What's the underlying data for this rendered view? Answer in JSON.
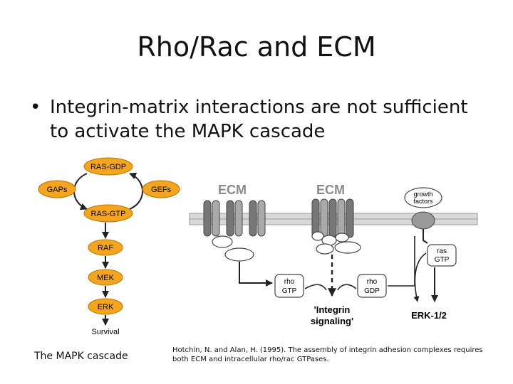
{
  "slide": {
    "title": "Rho/Rac and ECM",
    "bullet_marker": "•",
    "bullet_text": "Integrin-matrix interactions are not sufficient to activate the MAPK cascade"
  },
  "mapk_diagram": {
    "ras_gdp": "RAS-GDP",
    "gaps": "GAPs",
    "gefs": "GEFs",
    "ras_gtp": "RAS-GTP",
    "raf": "RAF",
    "mek": "MEK",
    "erk": "ERK",
    "survival": "Survival",
    "node_color": "#f3a51f",
    "caption": "The MAPK cascade"
  },
  "integrin_diagram": {
    "ecm_left": "ECM",
    "ecm_right": "ECM",
    "growth_factors_line1": "growth",
    "growth_factors_line2": "factors",
    "ras_gtp_line1": "ras",
    "ras_gtp_line2": "GTP",
    "rho_gtp_line1": "rho",
    "rho_gtp_line2": "GTP",
    "rho_gdp_line1": "rho",
    "rho_gdp_line2": "GDP",
    "integrin_signaling_line1": "'Integrin",
    "integrin_signaling_line2": "signaling'",
    "erk": "ERK-1/2",
    "caption": "Hotchin, N. and Alan, H. (1995). The assembly of integrin adhesion complexes requires both ECM and intracellular rho/rac GTPases."
  }
}
